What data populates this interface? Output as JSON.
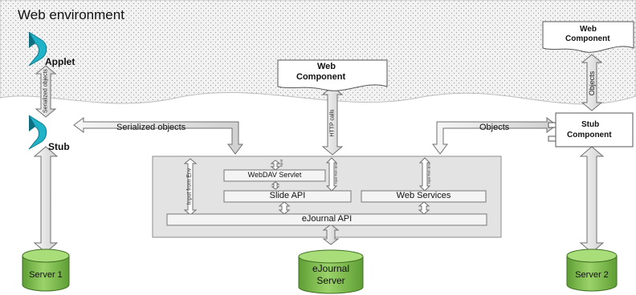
{
  "environment": {
    "title": "Web environment"
  },
  "components": {
    "applet": "Applet",
    "stub_left": "Stub",
    "web_component_center": [
      "Web",
      "Component"
    ],
    "web_component_right": [
      "Web",
      "Component"
    ],
    "stub_component": [
      "Stub",
      "Component"
    ]
  },
  "connections": {
    "serialized_objects_vertical": "Serialized objects",
    "serialized_objects": "Serialized objects",
    "http_calls": "HTTP calls",
    "objects_vertical": "Objects",
    "objects": "Objects",
    "input_from_env": "Input from Env",
    "input_small_1": "Input",
    "input_small_2": "Input from Env",
    "input_small_3": "Input from Env"
  },
  "core": {
    "webdav_servlet": "WebDAV Servlet",
    "slide_api": "Slide API",
    "web_services": "Web Services",
    "ejournal_api": "eJournal API"
  },
  "servers": {
    "server1": "Server 1",
    "ejournal_server": [
      "eJournal",
      "Server"
    ],
    "server2": "Server 2"
  },
  "colors": {
    "applet_icon": "#1eb3c9",
    "server_fill": "#7fbf4f",
    "core_panel": "#e3e3e3"
  }
}
